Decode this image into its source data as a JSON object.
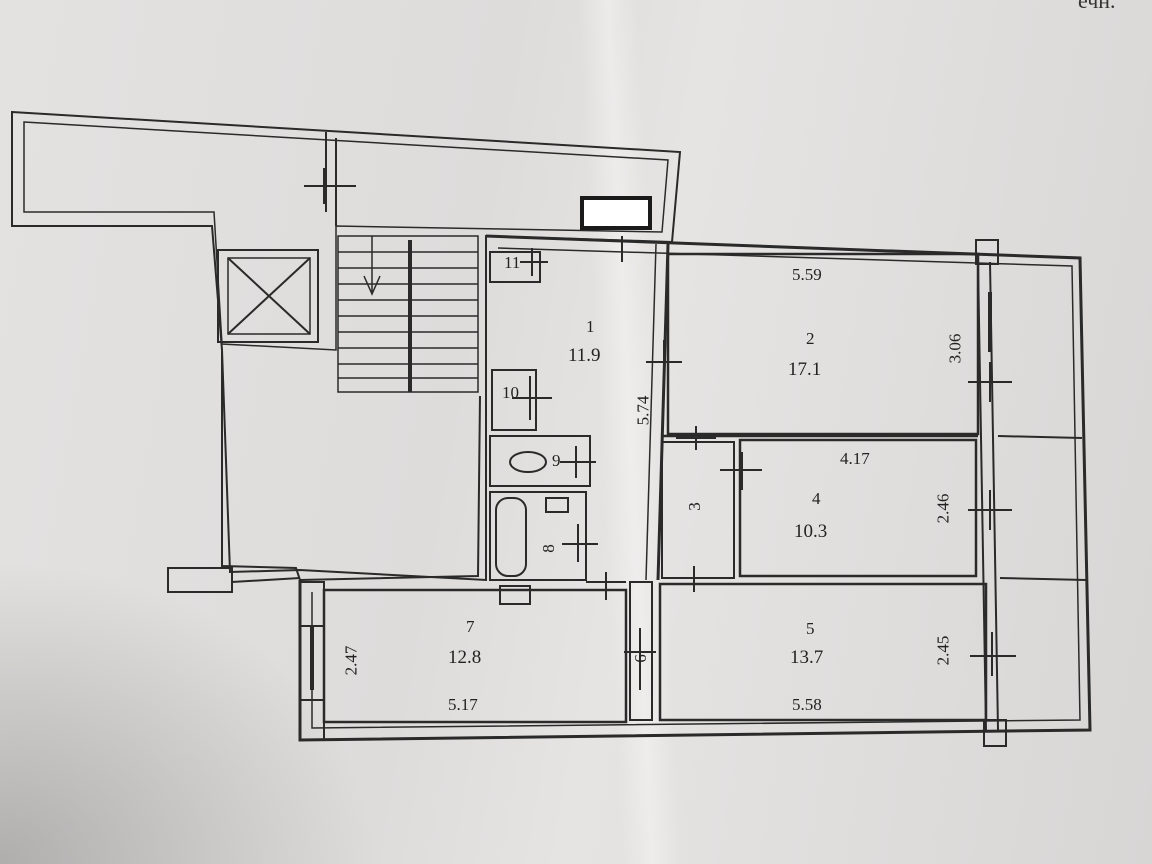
{
  "corner_text": "ечн.",
  "rooms": [
    {
      "id": "r1",
      "number": "1",
      "area": "11.9"
    },
    {
      "id": "r2",
      "number": "2",
      "area": "17.1"
    },
    {
      "id": "r3",
      "number": "3"
    },
    {
      "id": "r4",
      "number": "4",
      "area": "10.3"
    },
    {
      "id": "r5",
      "number": "5",
      "area": "13.7"
    },
    {
      "id": "r6",
      "number": "6"
    },
    {
      "id": "r7",
      "number": "7",
      "area": "12.8"
    },
    {
      "id": "r8",
      "number": "8"
    },
    {
      "id": "r9",
      "number": "9"
    },
    {
      "id": "r10",
      "number": "10"
    },
    {
      "id": "r11",
      "number": "11"
    }
  ],
  "dimensions": {
    "room2_width": "5.59",
    "room2_depth": "3.06",
    "hall_length": "5.74",
    "room4_width": "4.17",
    "room4_depth": "2.46",
    "room5_depth": "2.45",
    "room5_width": "5.58",
    "room7_depth": "2.47",
    "room7_width": "5.17"
  },
  "colors": {
    "paper": "#e2e0df",
    "ink": "#2a2a2a"
  }
}
